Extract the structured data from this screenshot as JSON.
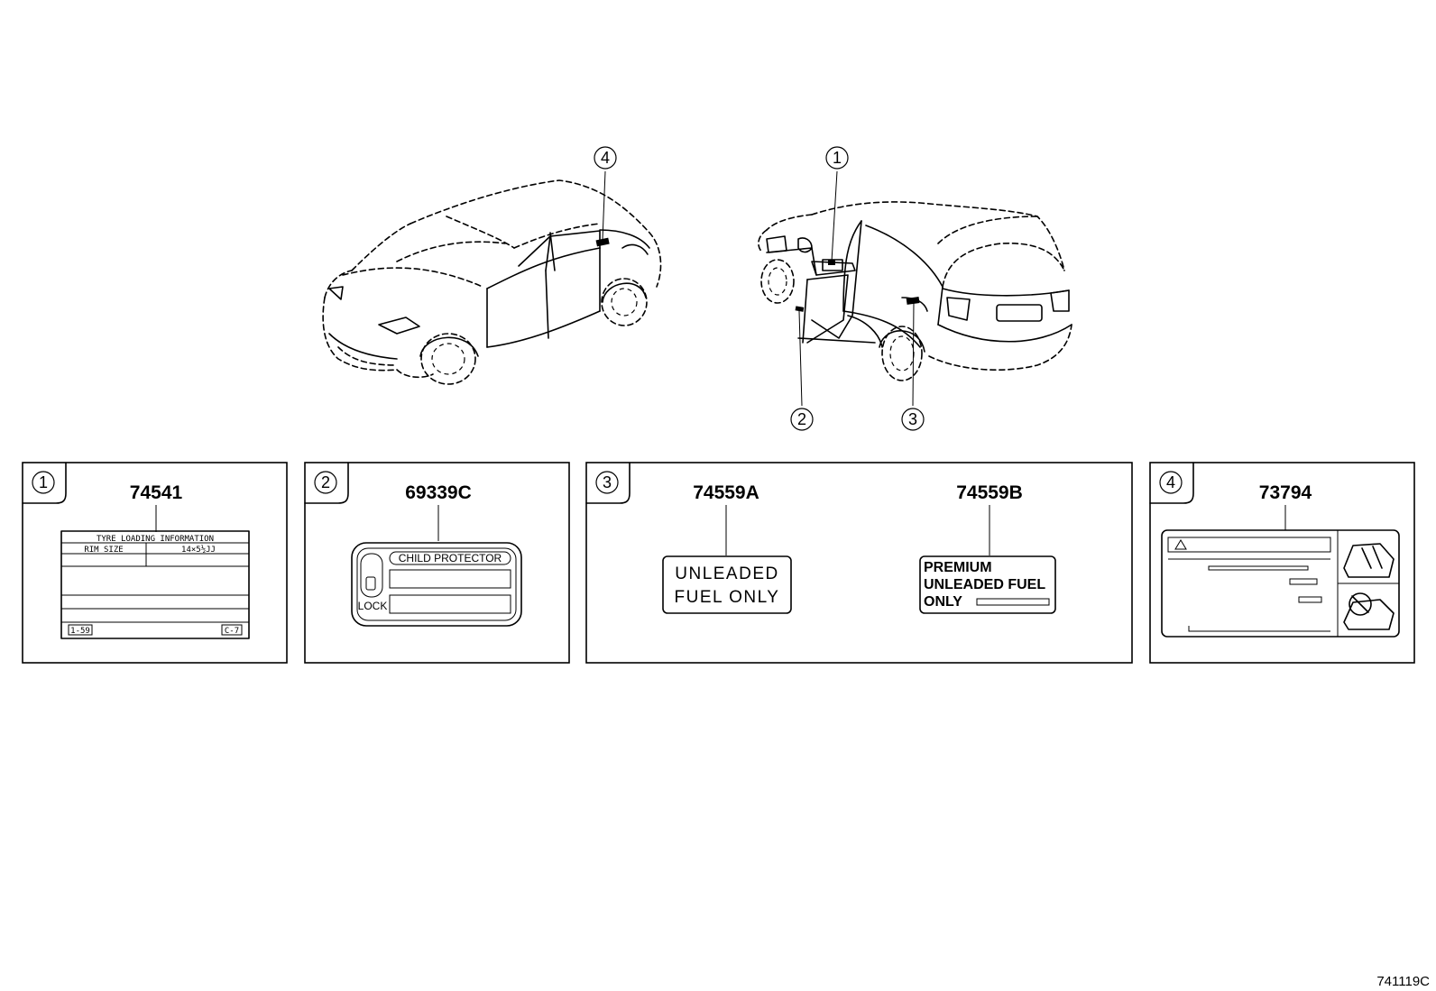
{
  "callouts": {
    "top_left_car": "4",
    "top_right_car_top": "1",
    "top_right_car_bottom_left": "2",
    "top_right_car_bottom_right": "3"
  },
  "panels": [
    {
      "number": "1",
      "part_number": "74541",
      "label": {
        "header": "TYRE LOADING INFORMATION",
        "col1": "RIM SIZE",
        "col2": "14×5½JJ",
        "foot_left": "1-59",
        "foot_right": "C-7"
      }
    },
    {
      "number": "2",
      "part_number": "69339C",
      "label": {
        "title": "CHILD PROTECTOR",
        "side": "LOCK"
      }
    },
    {
      "number": "3",
      "part_numbers": [
        "74559A",
        "74559B"
      ],
      "label_a": {
        "line1": "UNLEADED",
        "line2": "FUEL  ONLY"
      },
      "label_b": {
        "line1": "PREMIUM",
        "line2": "UNLEADED FUEL",
        "line3": "ONLY"
      }
    },
    {
      "number": "4",
      "part_number": "73794"
    }
  ],
  "diagram_code": "741119C"
}
